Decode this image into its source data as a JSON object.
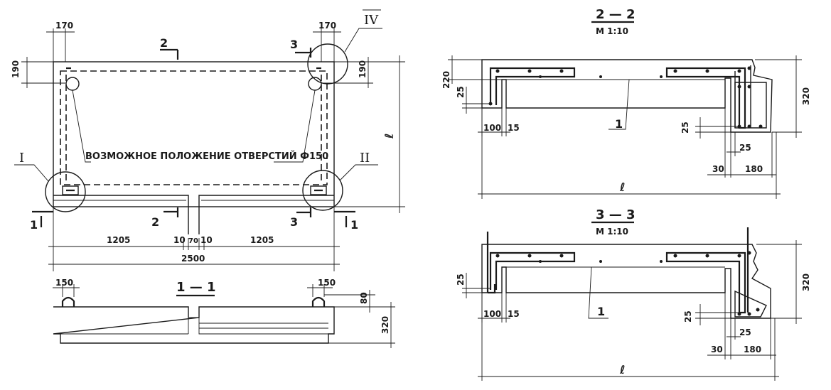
{
  "plan": {
    "note": "ВОЗМОЖНОЕ ПОЛОЖЕНИЕ ОТВЕРСТИЙ Ф150",
    "dim_top_left": "170",
    "dim_top_right": "170",
    "dim_left_190": "190",
    "dim_right_190": "190",
    "dim_height": "ℓ",
    "dim_1205_left": "1205",
    "dim_10_left": "10",
    "dim_70": "70",
    "dim_10_right": "10",
    "dim_1205_right": "1205",
    "dim_total": "2500",
    "node_I": "I",
    "node_II": "II",
    "node_IV": "IV",
    "cut_1": "1",
    "cut_1b": "1",
    "cut_2_top": "2",
    "cut_2_bottom": "2",
    "cut_3_top": "3",
    "cut_3_bottom": "3"
  },
  "section11": {
    "title": "1 — 1",
    "dim_150_left": "150",
    "dim_150_right": "150",
    "dim_80": "80",
    "dim_320": "320"
  },
  "section22": {
    "title": "2 — 2",
    "scale": "М 1:10",
    "dim_220": "220",
    "dim_25_left": "25",
    "dim_100": "100",
    "dim_15": "15",
    "leader_1": "1",
    "dim_320": "320",
    "dim_25_right": "25",
    "dim_25_bottom": "25",
    "dim_30": "30",
    "dim_180": "180",
    "dim_l": "ℓ"
  },
  "section33": {
    "title": "3 — 3",
    "scale": "М 1:10",
    "dim_25_left": "25",
    "dim_100": "100",
    "dim_15": "15",
    "leader_1": "1",
    "dim_320": "320",
    "dim_25_right": "25",
    "dim_25_bottom": "25",
    "dim_30": "30",
    "dim_180": "180",
    "dim_l": "ℓ"
  }
}
